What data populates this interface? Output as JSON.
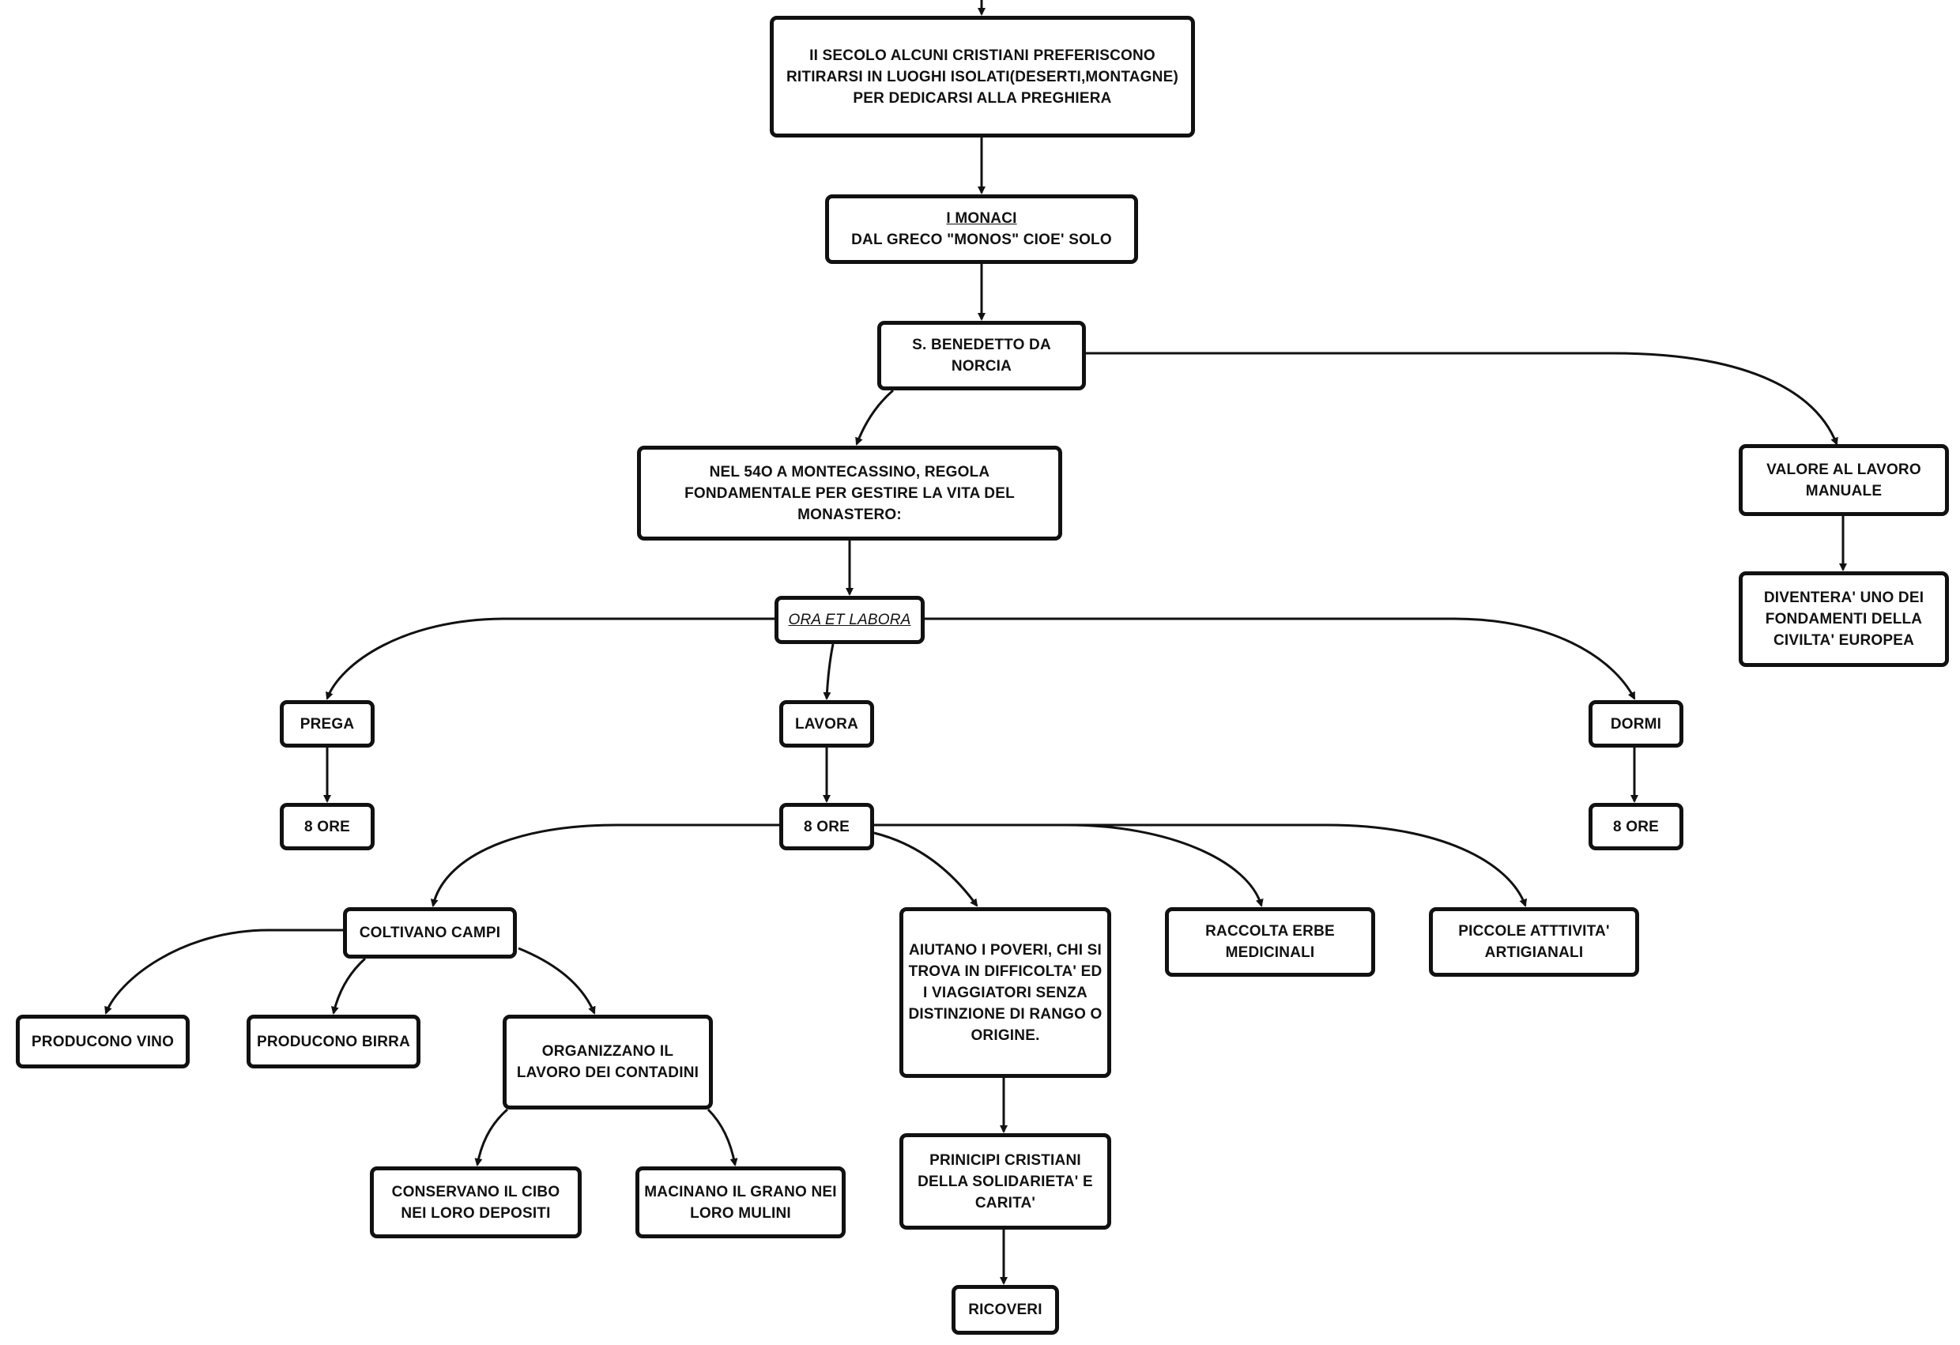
{
  "colors": {
    "line": "#111111",
    "box_border": "#111111",
    "background": "#ffffff",
    "text": "#111111"
  },
  "nodes": {
    "ritiro": "II SECOLO ALCUNI CRISTIANI PREFERISCONO RITIRARSI IN LUOGHI ISOLATI(DESERTI,MONTAGNE) PER DEDICARSI ALLA PREGHIERA",
    "monaci_title": "I MONACI",
    "monaci_sub": "DAL GRECO \"MONOS\" CIOE' SOLO",
    "benedetto": "S. BENEDETTO DA NORCIA",
    "regola": "NEL 54O A MONTECASSINO, REGOLA FONDAMENTALE PER GESTIRE LA VITA DEL MONASTERO:",
    "ora_labora": "ORA ET LABORA",
    "prega": "PREGA",
    "prega_ore": "8 ORE",
    "lavora": "LAVORA",
    "lavora_ore": "8 ORE",
    "dormi": "DORMI",
    "dormi_ore": "8 ORE",
    "valore": "VALORE AL LAVORO MANUALE",
    "fondamenti": "DIVENTERA' UNO DEI FONDAMENTI DELLA CIVILTA' EUROPEA",
    "coltivano": "COLTIVANO CAMPI",
    "vino": "PRODUCONO VINO",
    "birra": "PRODUCONO BIRRA",
    "organizzano": "ORGANIZZANO IL LAVORO DEI CONTADINI",
    "conservano": "CONSERVANO IL CIBO NEI LORO DEPOSITI",
    "macinano": "MACINANO IL GRANO NEI LORO MULINI",
    "aiutano": "AIUTANO I POVERI, CHI SI TROVA IN DIFFICOLTA' ED I VIAGGIATORI SENZA DISTINZIONE DI RANGO O ORIGINE.",
    "principi": "PRINICIPI CRISTIANI DELLA SOLIDARIETA' E CARITA'",
    "ricoveri": "RICOVERI",
    "erbe": "RACCOLTA ERBE MEDICINALI",
    "artigianali": "PICCOLE ATTTIVITA' ARTIGIANALI"
  }
}
